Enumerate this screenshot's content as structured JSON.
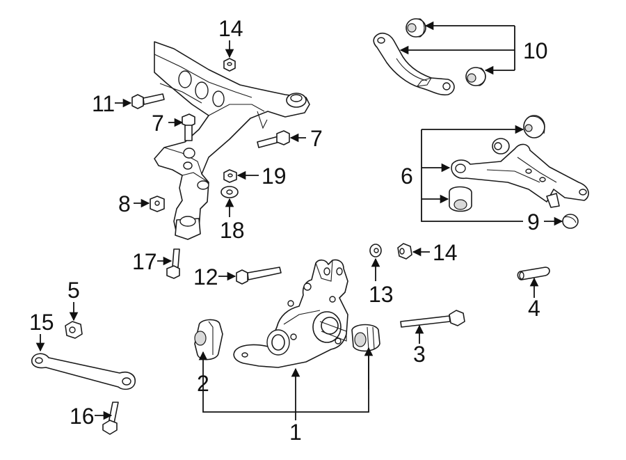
{
  "callouts": {
    "c1": "1",
    "c2": "2",
    "c3": "3",
    "c4": "4",
    "c5": "5",
    "c6": "6",
    "c7a": "7",
    "c7b": "7",
    "c8": "8",
    "c9": "9",
    "c10": "10",
    "c11": "11",
    "c12": "12",
    "c13": "13",
    "c14a": "14",
    "c14b": "14",
    "c15": "15",
    "c16": "16",
    "c17": "17",
    "c18": "18",
    "c19": "19"
  },
  "colors": {
    "line": "#1a1a1a",
    "background": "#ffffff"
  }
}
